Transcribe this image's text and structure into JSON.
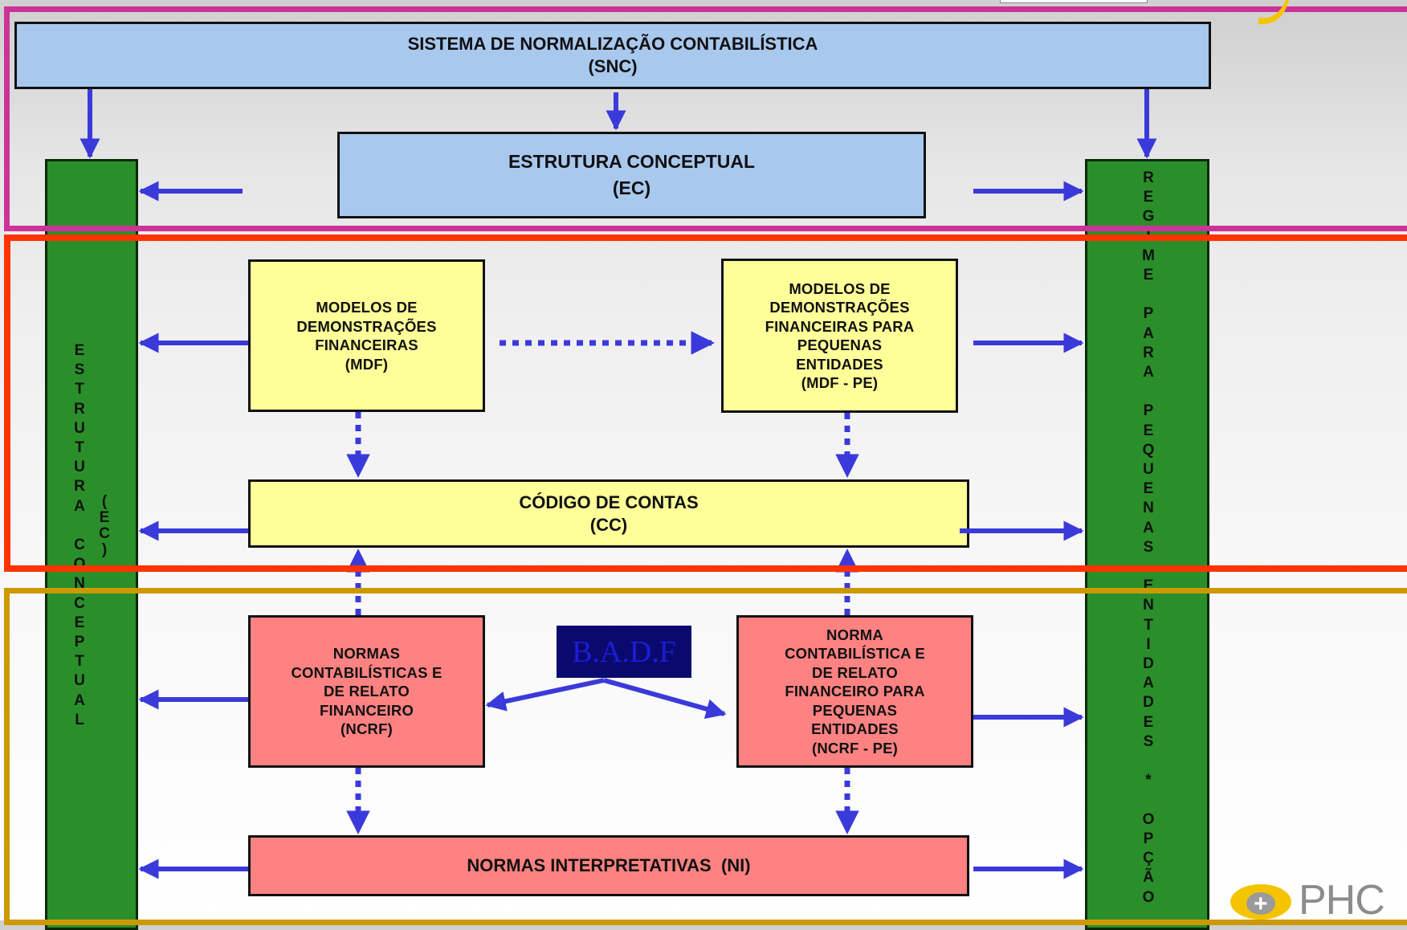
{
  "snc": {
    "line1": "SISTEMA DE NORMALIZAÇÃO CONTABILÍSTICA",
    "line2": "(SNC)"
  },
  "ec": {
    "line1": "ESTRUTURA CONCEPTUAL",
    "line2": "(EC)"
  },
  "mdf": {
    "lines": [
      "MODELOS DE",
      "DEMONSTRAÇÕES",
      "FINANCEIRAS",
      "(MDF)"
    ]
  },
  "mdfpe": {
    "lines": [
      "MODELOS DE",
      "DEMONSTRAÇÕES",
      "FINANCEIRAS PARA",
      "PEQUENAS",
      "ENTIDADES",
      "(MDF - PE)"
    ]
  },
  "cc": {
    "line1": "CÓDIGO DE CONTAS",
    "line2": "(CC)"
  },
  "ncrf": {
    "lines": [
      "NORMAS",
      "CONTABILÍSTICAS E",
      "DE RELATO",
      "FINANCEIRO",
      "(NCRF)"
    ]
  },
  "ncrfpe": {
    "lines": [
      "NORMA",
      "CONTABILÍSTICA E",
      "DE RELATO",
      "FINANCEIRO PARA",
      "PEQUENAS",
      "ENTIDADES",
      "(NCRF - PE)"
    ]
  },
  "ni": {
    "label": "NORMAS INTERPRETATIVAS  (NI)"
  },
  "badf": {
    "label": "B.A.D.F"
  },
  "left_bar": {
    "main": "E\nS\nT\nR\nU\nT\nU\nR\nA\n\nC\nO\nN\nC\nE\nP\nT\nU\nA\nL",
    "side": "(\nE\nC\n)"
  },
  "right_bar": {
    "text": "R\nE\nG\nI\nM\nE\n\nP\nA\nR\nA\n\nP\nE\nQ\nU\nE\nN\nA\nS\n\nE\nN\nT\nI\nD\nA\nD\nE\nS\n\n*\n\nO\nP\nÇ\nÃ\nO"
  },
  "logo": {
    "text": "PHC"
  },
  "colors": {
    "blue_box": "#a9c8ee",
    "yellow_box": "#ffff99",
    "red_box": "#ff8282",
    "green_bar": "#2a8f2a",
    "arrow": "#3a3adb",
    "frame_magenta": "#cc3399",
    "frame_red": "#ff3300",
    "frame_gold": "#cc9900"
  }
}
